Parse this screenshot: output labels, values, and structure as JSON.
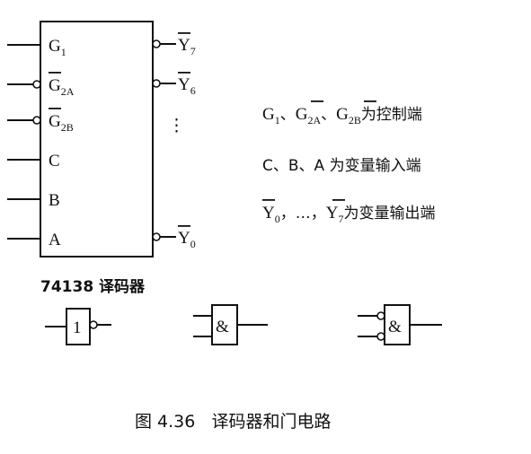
{
  "decoder": {
    "label": "74138 译码器",
    "inputs": [
      {
        "base": "G",
        "sub": "1",
        "bar": false
      },
      {
        "base": "G",
        "sub": "2A",
        "bar": true
      },
      {
        "base": "G",
        "sub": "2B",
        "bar": true
      },
      {
        "base": "C",
        "sub": "",
        "bar": false
      },
      {
        "base": "B",
        "sub": "",
        "bar": false
      },
      {
        "base": "A",
        "sub": "",
        "bar": false
      }
    ],
    "outputs": [
      {
        "base": "Y",
        "sub": "7"
      },
      {
        "base": "Y",
        "sub": "6"
      },
      {
        "base": "Y",
        "sub": "0"
      }
    ],
    "ellipsis": "⋮"
  },
  "notes": {
    "control": {
      "g1": "G",
      "g1_sub": "1",
      "sep1": "、",
      "g2a": "G",
      "g2a_sub": "2A",
      "sep2": "、",
      "g2b": "G",
      "g2b_sub": "2B",
      "text": "为控制端"
    },
    "inputs": "C、B、A 为变量输入端",
    "outputs": {
      "y0": "Y",
      "y0_sub": "0",
      "mid": "，…，",
      "y7": "Y",
      "y7_sub": "7",
      "text": "为变量输出端"
    }
  },
  "gates": [
    {
      "symbol": "1"
    },
    {
      "symbol": "&"
    },
    {
      "symbol": "&"
    }
  ],
  "caption": "图 4.36   译码器和门电路"
}
